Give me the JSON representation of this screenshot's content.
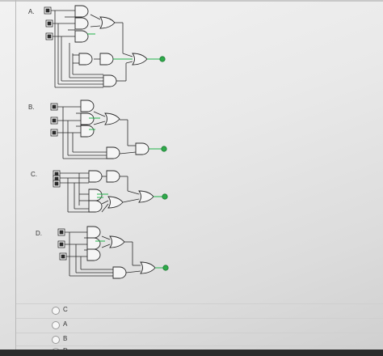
{
  "options": [
    {
      "label": "A."
    },
    {
      "label": "B."
    },
    {
      "label": "C."
    },
    {
      "label": "D."
    }
  ],
  "answer_choices": [
    {
      "label": "C"
    },
    {
      "label": "A"
    },
    {
      "label": "B"
    },
    {
      "label": "D"
    }
  ],
  "colors": {
    "wire": "#2a2a2a",
    "active_wire": "#22b34a",
    "gate_fill": "#f5f5f5",
    "gate_stroke": "#2a2a2a",
    "output_lamp": "#2eaa4a"
  },
  "icons": [
    "input-switch-icon",
    "and-gate-icon",
    "or-gate-icon",
    "output-led-icon",
    "radio-button-icon"
  ]
}
